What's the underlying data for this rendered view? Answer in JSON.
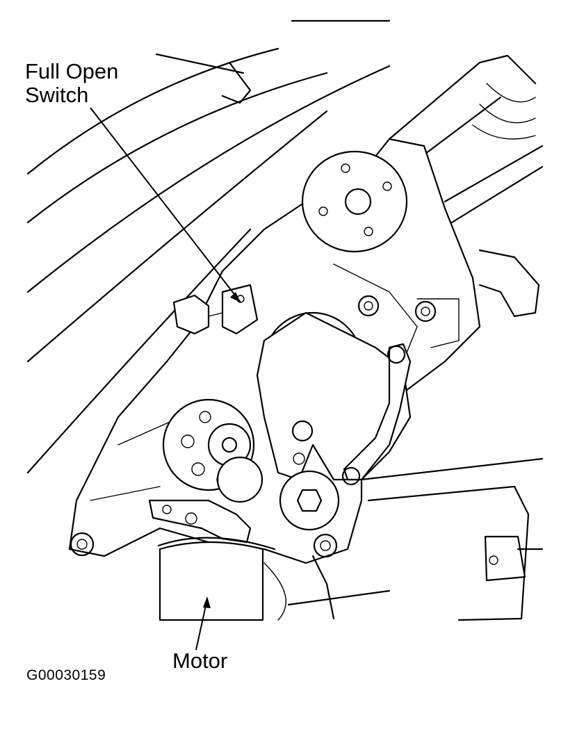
{
  "labels": {
    "full_open_switch_line1": "Full Open",
    "full_open_switch_line2": "Switch",
    "motor": "Motor",
    "figure_code": "G00030159"
  },
  "colors": {
    "ink": "#000000",
    "paper": "#ffffff"
  },
  "icons": {
    "gear": "gear-icon",
    "bolt": "bolt-icon",
    "arrowhead": "arrowhead-icon"
  }
}
